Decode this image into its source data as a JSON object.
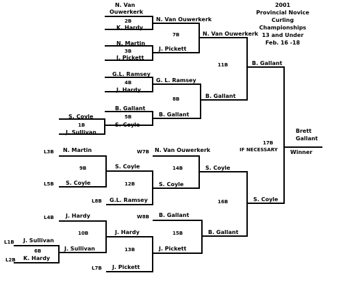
{
  "title": {
    "line1": "2001",
    "line2": "Provincial Novice",
    "line3": "Curling",
    "line4": "Championships",
    "line5": "13 and Under",
    "line6": "Feb. 16 -18"
  },
  "winner": {
    "name_line1": "Brett",
    "name_line2": "Gallant",
    "label": "Winner"
  },
  "if_necessary": "IF NECESSARY",
  "games": {
    "g2B": "2B",
    "g3B": "3B",
    "g4B": "4B",
    "g5B": "5B",
    "g1B": "1B",
    "g7B": "7B",
    "g8B": "8B",
    "g11B": "11B",
    "g9B": "9B",
    "g10B": "10B",
    "g6B": "6B",
    "g12B": "12B",
    "g13B": "13B",
    "g14B": "14B",
    "g15B": "15B",
    "g16B": "16B",
    "g17B": "17B"
  },
  "codes": {
    "L3B": "L3B",
    "L5B": "L5B",
    "L8B": "L8B",
    "W7B": "W7B",
    "W8B": "W8B",
    "L4B": "L4B",
    "L1B": "L1B",
    "L2B": "L2B",
    "L7B": "L7B"
  },
  "names": {
    "r1_2b_top_1": "N. Van",
    "r1_2b_top_2": "Ouwerkerk",
    "r1_2b_bot": "K. Hardy",
    "r1_3b_top": "N. Martin",
    "r1_3b_bot": "J. Pickett",
    "r1_4b_top": "G.L. Ramsey",
    "r1_4b_bot": "J. Hardy",
    "r1_5b_top": "B. Gallant",
    "r1_1b_top": "S. Coyle",
    "r1_1b_bot": "J. Sullivan",
    "r2_a": "N. Van Ouwerkerk",
    "r2_b": "J. Pickett",
    "r2_c": "G. L. Ramsey",
    "r2_d": "B. Gallant",
    "r2_e": "S. Coyle",
    "r3_a": "N. Van Ouwerkerk",
    "r3_b": "B. Gallant",
    "r4_a": "B. Gallant",
    "b_9_top": "N. Martin",
    "b_9_bot": "S. Coyle",
    "b_9_win": "S. Coyle",
    "b_12_win": "S. Coyle",
    "b_l8b": "G.L. Ramsey",
    "b_w7b": "N. Van Ouwerkerk",
    "b_14_win": "S. Coyle",
    "b_10_top": "J. Hardy",
    "b_10_win": "J. Hardy",
    "b_6_top": "J. Sullivan",
    "b_6_bot": "K. Hardy",
    "b_6_win": "J. Sullivan",
    "b_13_win": "J. Pickett",
    "b_l7b": "J. Pickett",
    "b_w8b": "B. Gallant",
    "b_15_win": "B. Gallant",
    "b_16_win": "S. Coyle"
  }
}
